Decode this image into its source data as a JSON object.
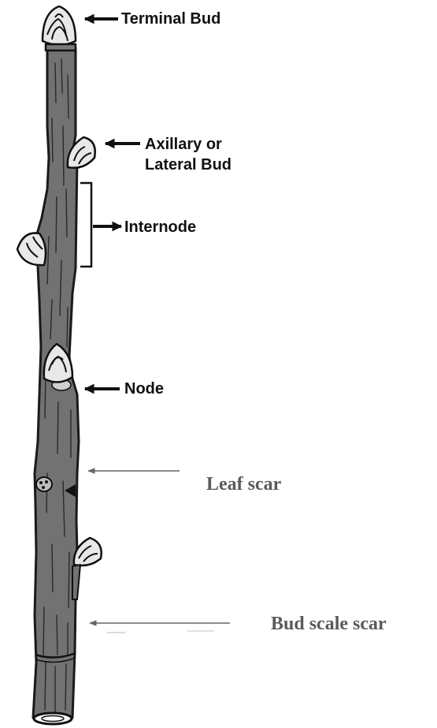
{
  "labels": {
    "terminal_bud": "Terminal Bud",
    "axillary_line1": "Axillary or",
    "axillary_line2": "Lateral Bud",
    "internode": "Internode",
    "node": "Node",
    "leaf_scar": "Leaf scar",
    "bud_scale_scar": "Bud scale scar"
  },
  "colors": {
    "stem_fill": "#6f6f6f",
    "stem_stroke": "#1a1a1a",
    "bud_fill": "#e6e6e6",
    "arrow_black": "#111111",
    "arrow_gray": "#666666",
    "label_gray": "#5a5a5a"
  }
}
